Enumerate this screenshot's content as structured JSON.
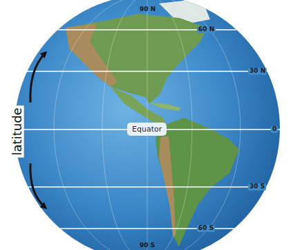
{
  "diagram": {
    "nodes": [
      {
        "text": [
          "Equator"
        ]
      }
    ],
    "labels": [
      "90 N",
      "60 N",
      "30 N",
      "0",
      "30 S",
      "60 S",
      "90 S",
      "latitude"
    ]
  }
}
